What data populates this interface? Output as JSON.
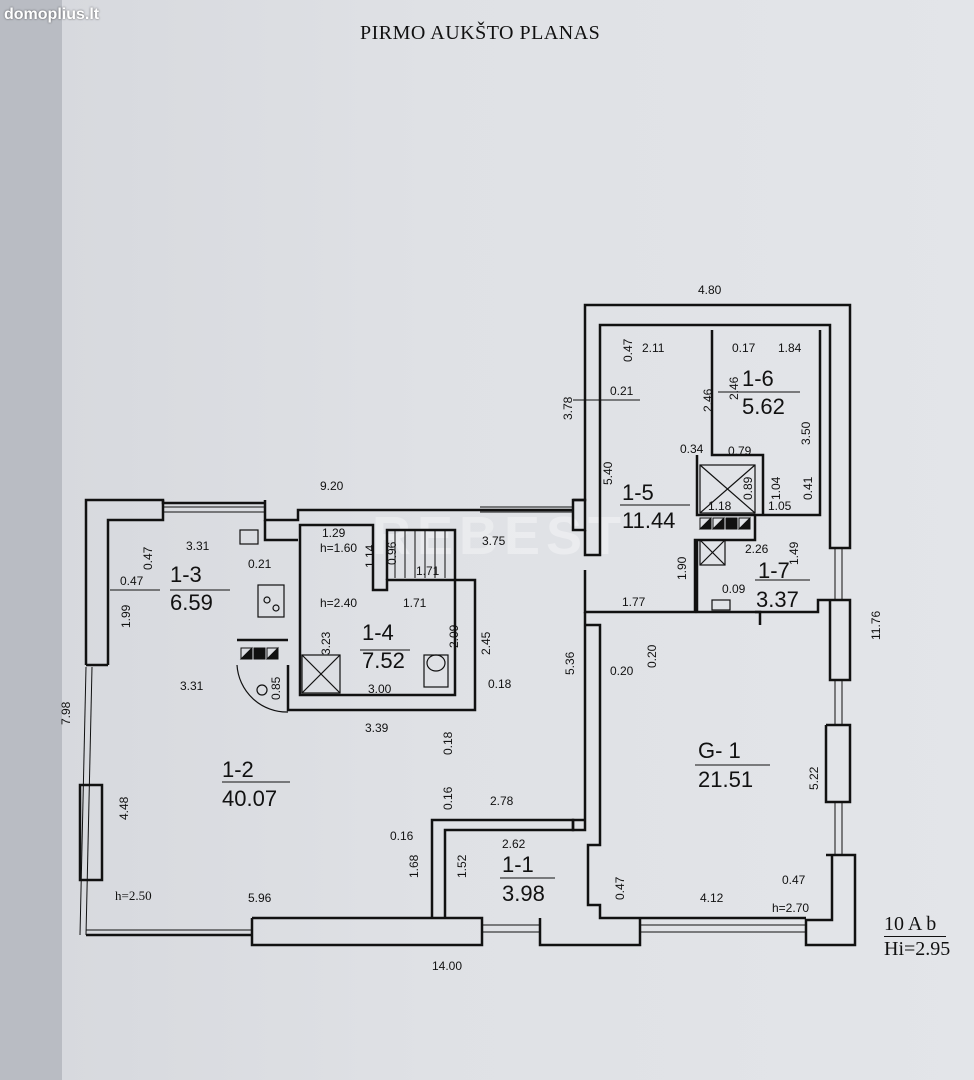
{
  "watermark": "domoplius.lt",
  "title": "PIRMO AUKŠTO PLANAS",
  "ghost_mark": "REBEST",
  "rooms": [
    {
      "id": "1-2",
      "area": "40.07"
    },
    {
      "id": "1-3",
      "area": "6.59"
    },
    {
      "id": "1-4",
      "area": "7.52"
    },
    {
      "id": "1-5",
      "area": "11.44"
    },
    {
      "id": "1-6",
      "area": "5.62"
    },
    {
      "id": "1-7",
      "area": "3.37"
    },
    {
      "id": "1-1",
      "area": "3.98"
    },
    {
      "id": "G- 1",
      "area": "21.51"
    }
  ],
  "heights": {
    "main": "h=2.50",
    "g1": "h=2.70",
    "h160": "h=1.60",
    "h240": "h=2.40"
  },
  "dims": {
    "d480": "4.80",
    "d920": "9.20",
    "d1400": "14.00",
    "d1176": "11.76",
    "d798": "7.98",
    "d378": "3.78",
    "d540": "5.40",
    "d536": "5.36",
    "d448": "4.48",
    "d522": "5.22",
    "d211": "2.11",
    "d047a": "0.47",
    "d021a": "0.21",
    "d246a": "2.46",
    "d246b": "2.46",
    "d017": "0.17",
    "d184": "1.84",
    "d350": "3.50",
    "d034": "0.34",
    "d079": "0.79",
    "d089": "0.89",
    "d104": "1.04",
    "d041": "0.41",
    "d118": "1.18",
    "d105": "1.05",
    "d226": "2.26",
    "d149": "1.49",
    "d009": "0.09",
    "d190": "1.90",
    "d177": "1.77",
    "d020a": "0.20",
    "d020b": "0.20",
    "d331a": "3.31",
    "d047b": "0.47",
    "d047c": "0.47",
    "d021b": "0.21",
    "d199": "1.99",
    "d129": "1.29",
    "d114": "1.14",
    "d096": "0.96",
    "d171a": "1.71",
    "d375": "3.75",
    "d171b": "1.71",
    "d323": "3.23",
    "d209": "2.09",
    "d245": "2.45",
    "d300": "3.00",
    "d018a": "0.18",
    "d331b": "3.31",
    "d085": "0.85",
    "d339": "3.39",
    "d018b": "0.18",
    "d016a": "0.16",
    "d278": "2.78",
    "d016b": "0.16",
    "d262": "2.62",
    "d168": "1.68",
    "d152": "1.52",
    "d047d": "0.47",
    "d412": "4.12",
    "d047e": "0.47",
    "d596": "5.96"
  },
  "corner": {
    "line1": "10 A b",
    "line2": "Hi=2.95"
  }
}
